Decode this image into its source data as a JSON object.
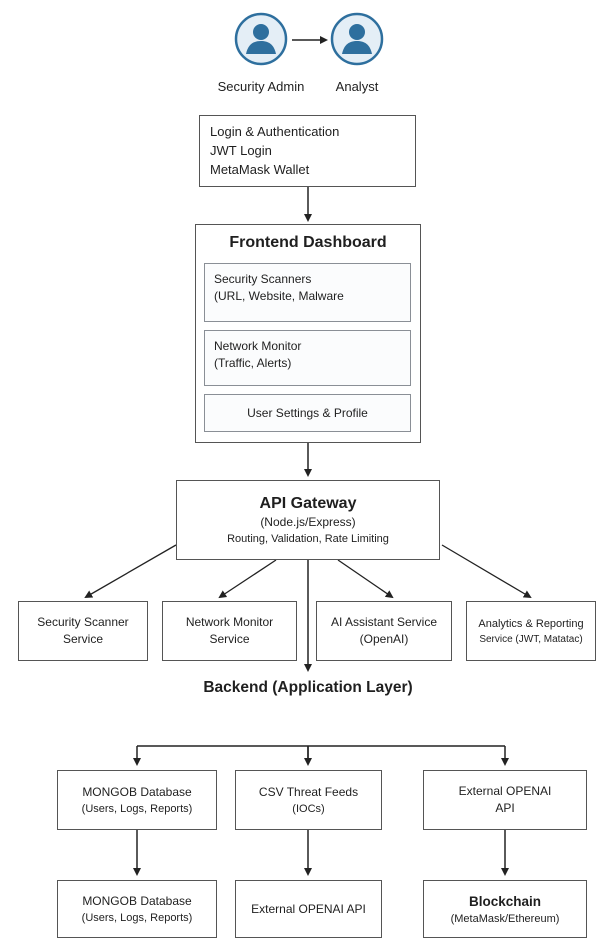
{
  "actors": [
    {
      "label": "Security Admin",
      "icon": "user-icon"
    },
    {
      "label": "Analyst",
      "icon": "user-icon"
    }
  ],
  "login": {
    "lines": [
      "Login & Authentication",
      "JWT Login",
      "MetaMask Wallet"
    ]
  },
  "frontend": {
    "title": "Frontend Dashboard",
    "scanners": {
      "line1": "Security Scanners",
      "line2": "(URL, Website, Malware"
    },
    "monitor": {
      "line1": "Network Monitor",
      "line2": "(Traffic, Alerts)"
    },
    "settings": "User Settings & Profile"
  },
  "gateway": {
    "title": "API Gateway",
    "subtitle": "(Node.js/Express)",
    "detail": "Routing, Validation, Rate Limiting"
  },
  "services": [
    {
      "line1": "Security Scanner",
      "line2": "Service"
    },
    {
      "line1": "Network Monitor",
      "line2": "Service"
    },
    {
      "line1": "AI Assistant Service",
      "line2": "(OpenAI)"
    },
    {
      "line1": "Analytics & Reporting",
      "line2": "Service (JWT, Matatac)"
    }
  ],
  "backend": {
    "title": "Backend (Application Layer)"
  },
  "data_sources": [
    {
      "line1": "MONGOB Database",
      "line2": "(Users, Logs, Reports)"
    },
    {
      "line1": "CSV Threat Feeds",
      "line2": "(IOCs)"
    },
    {
      "line1": "External OPENAI",
      "line2": "API"
    }
  ],
  "bottom": [
    {
      "line1": "MONGOB Database",
      "line2": "(Users, Logs, Reports)"
    },
    {
      "line1": "External OPENAI API",
      "line2": ""
    },
    {
      "line1": "Blockchain",
      "line2": "(MetaMask/Ethereum)"
    }
  ],
  "colors": {
    "avatar_fill": "#2e6f9e",
    "avatar_bg": "#e4eef6",
    "line": "#222222",
    "border": "#555555"
  }
}
